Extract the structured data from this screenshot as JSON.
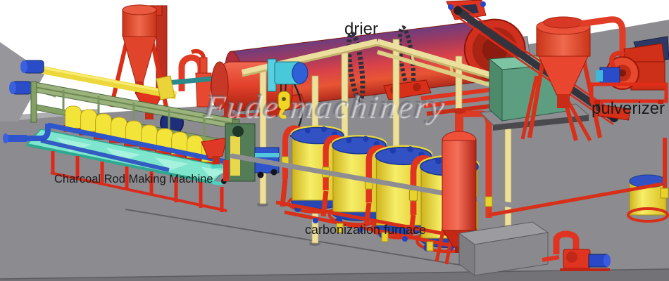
{
  "image": {
    "type": "3d-rendered charcoal production line",
    "company_watermark": "Fude machinery"
  },
  "labels": {
    "drier": "drier",
    "pulverizer": "pulverizer",
    "rod_machine": "Charcoal Rod Making Machine",
    "carbonization_furnace": "carbonization furnace"
  },
  "colors": {
    "floor": "#8b8b90",
    "machine_red": "#e03c28",
    "furnace_yellow": "#eed73c",
    "furnace_top_blue": "#3252c4",
    "frame_green": "#9cb27c",
    "chute_cyan": "#7ee6cc",
    "pipe_blue": "#2f55cc",
    "gantry_cream": "#ece09c",
    "box_green": "#5e9e80",
    "label_text": "#1b1b1b",
    "watermark_gray": "#82828c"
  }
}
